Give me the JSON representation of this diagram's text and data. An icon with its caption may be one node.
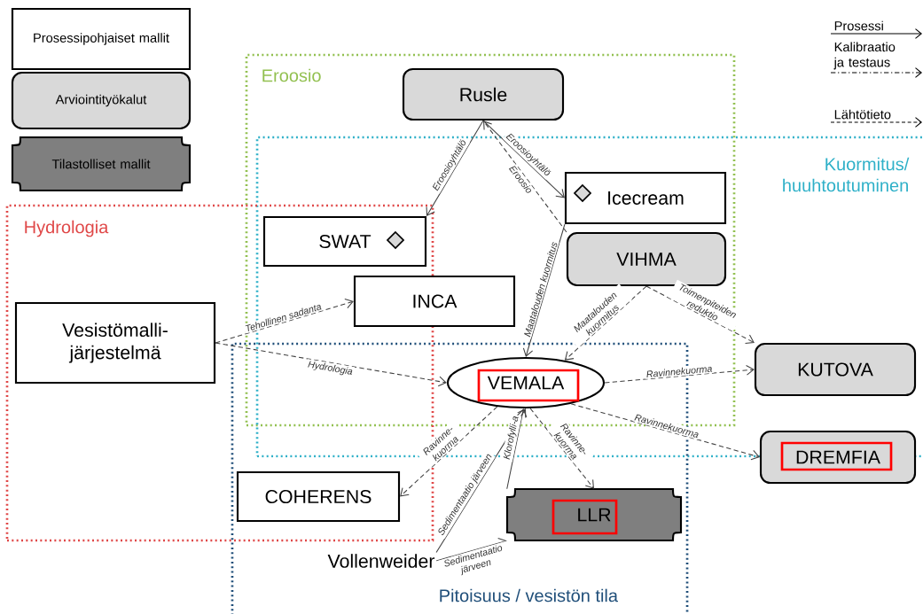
{
  "diagram": {
    "nodes": [
      {
        "text": [
          "Eroosio"
        ]
      },
      {
        "text": [
          "Kuormitus/ huuhtoutuminen"
        ]
      },
      {
        "text": [
          "Hydrologia"
        ]
      },
      {
        "text": [
          "Pitoisuus / vesistön tila"
        ]
      },
      {
        "text": [
          "Prosessipohjaiset mallit"
        ]
      },
      {
        "text": [
          "Arviointityökalut"
        ]
      },
      {
        "text": [
          "Tilastolliset mallit"
        ]
      },
      {
        "text": [
          "Rusle"
        ],
        "in": 0
      },
      {
        "text": [
          "Icecream"
        ]
      },
      {
        "text": [
          "SWAT"
        ]
      },
      {
        "text": [
          "VIHMA"
        ]
      },
      {
        "text": [
          "INCA"
        ]
      },
      {
        "text": [
          "Vesistömalli- järjestelmä"
        ],
        "in": 2
      },
      {
        "text": [
          "VEMALA"
        ]
      },
      {
        "text": [
          "KUTOVA"
        ],
        "in": 1
      },
      {
        "text": [
          "DREMFIA"
        ]
      },
      {
        "text": [
          "COHERENS"
        ]
      },
      {
        "text": [
          "LLR"
        ],
        "in": 3
      },
      {
        "text": [
          "Vollenweider"
        ],
        "in": 3
      }
    ],
    "edges": [
      {
        "from": 7,
        "to": 9,
        "arrow": "to",
        "label": "Eroosioyhtälö"
      },
      {
        "from": 7,
        "to": 8,
        "arrow": "to",
        "label": "Eroosioyhtälö"
      },
      {
        "from": 10,
        "to": 7,
        "arrow": "to",
        "label": "Eroosio",
        "style": "dashed"
      },
      {
        "from": 8,
        "to": 13,
        "arrow": "to",
        "label": "Maatalouden kuormitus"
      },
      {
        "from": 10,
        "to": 13,
        "arrow": "to",
        "label": "Maatalouden kuormitus",
        "style": "dashed"
      },
      {
        "from": 13,
        "to": 14,
        "arrow": "to",
        "label": "Ravinnekuorma",
        "style": "dashed"
      },
      {
        "from": 13,
        "to": 15,
        "arrow": "to",
        "label": "Ravinnekuorma",
        "style": "dashed"
      },
      {
        "from": 10,
        "to": 14,
        "arrow": "to",
        "label": "Toimenpiteiden reduktio",
        "style": "dashed"
      },
      {
        "from": 12,
        "to": 11,
        "arrow": "to",
        "label": "Tehollinen sadanta",
        "style": "dashed"
      },
      {
        "from": 12,
        "to": 13,
        "arrow": "to",
        "label": "Hydrologia",
        "style": "dashed"
      },
      {
        "from": 13,
        "to": 16,
        "arrow": "to",
        "label": "Ravinne- kuorma",
        "style": "dashed"
      },
      {
        "from": 13,
        "to": 17,
        "arrow": "to",
        "label": "Ravinne- kuorma",
        "style": "dashed"
      },
      {
        "from": 18,
        "to": 13,
        "arrow": "to",
        "label": "Sedimentaatio järveen"
      },
      {
        "from": 17,
        "to": 13,
        "arrow": "to",
        "label": "Klorofylli-a"
      },
      {
        "from": 18,
        "to": 17,
        "arrow": "to",
        "label": "Sedimentaatio järveen"
      }
    ],
    "legend": [
      {
        "text": "Prosessi"
      },
      {
        "text": "Kalibraatio ja testaus"
      },
      {
        "text": "Lähtötieto"
      }
    ]
  }
}
